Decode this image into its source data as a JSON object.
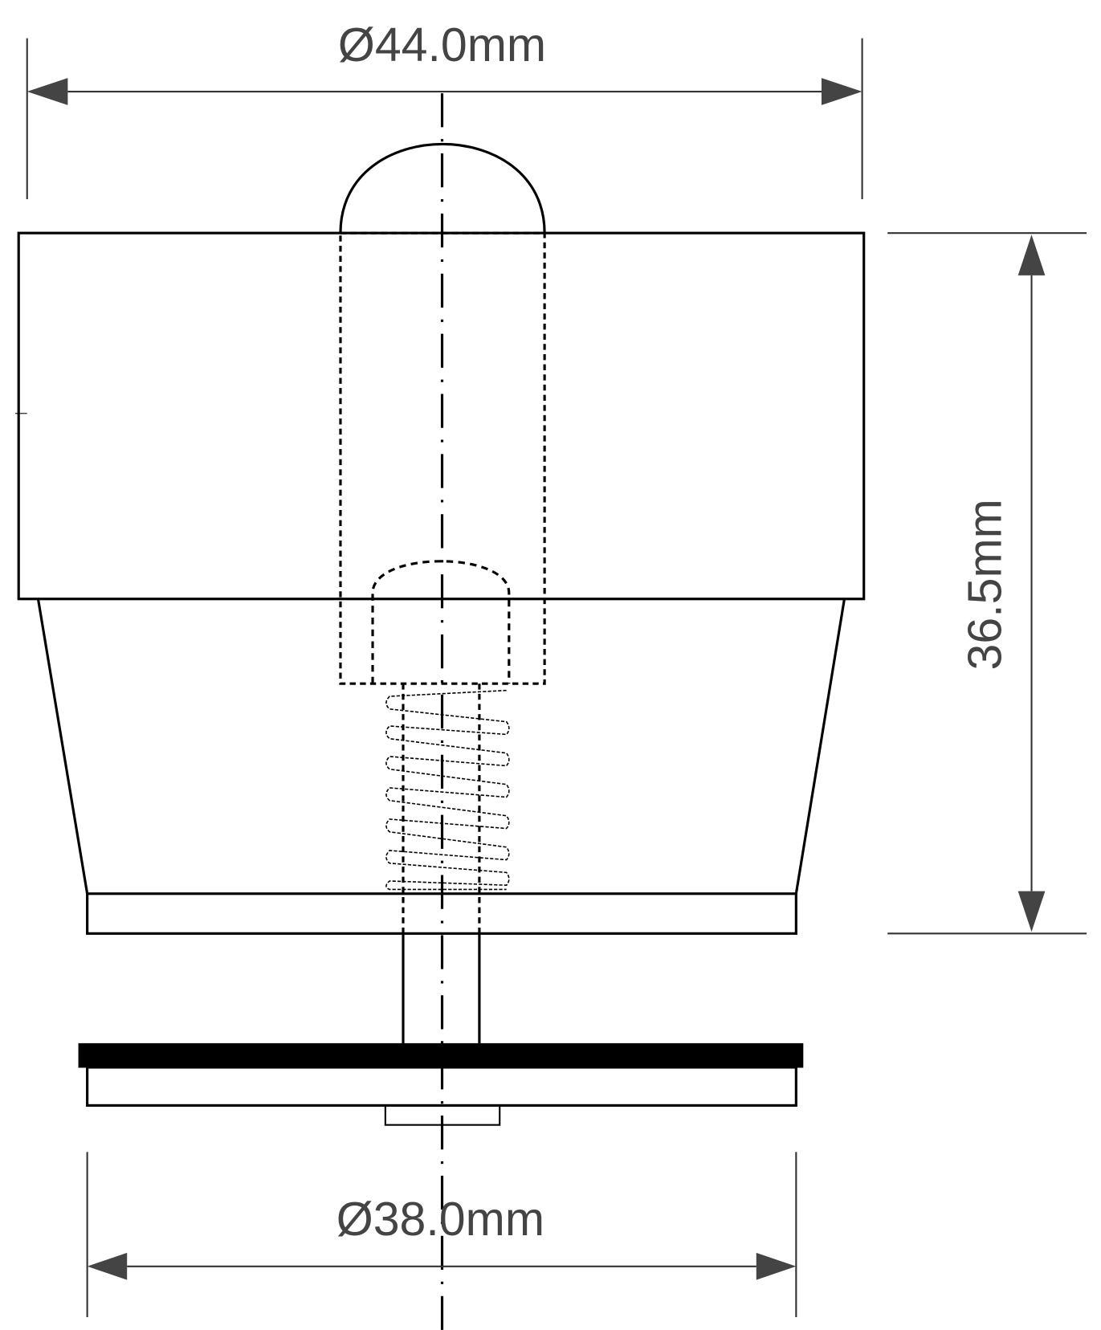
{
  "drawing": {
    "top_dimension": "Ø44.0mm",
    "bottom_dimension": "Ø38.0mm",
    "height_dimension": "36.5mm",
    "colors": {
      "line": "#000000",
      "dimension": "#444444"
    }
  }
}
